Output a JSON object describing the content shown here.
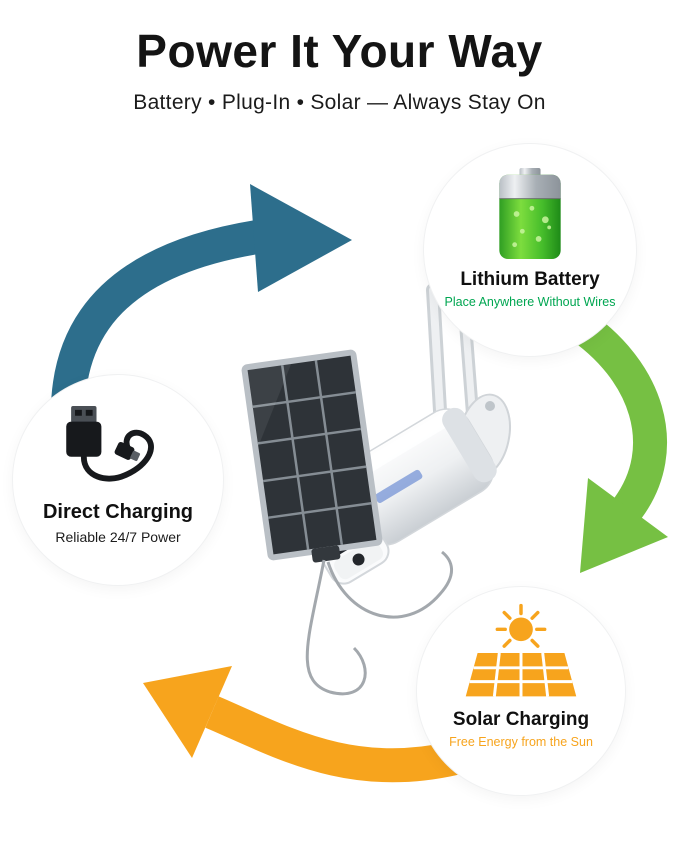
{
  "header": {
    "title": "Power It Your Way",
    "subtitle": "Battery • Plug-In • Solar — Always Stay On"
  },
  "features": {
    "battery": {
      "icon": "battery-icon",
      "title": "Lithium Battery",
      "subtitle": "Place Anywhere Without Wires"
    },
    "direct_charging": {
      "icon": "usb-cable-icon",
      "title": "Direct Charging",
      "subtitle": "Reliable 24/7 Power"
    },
    "solar_charging": {
      "icon": "sun-solar-panel-icon",
      "title": "Solar Charging",
      "subtitle": "Free Energy from the Sun"
    }
  },
  "colors": {
    "arrow_blue": "#2d6e8c",
    "arrow_green": "#76c043",
    "arrow_orange": "#f7a41d",
    "battery_green": "#46bd2b",
    "accent_green_text": "#00a651",
    "accent_orange_text": "#f7a41d",
    "text_dark": "#141414"
  }
}
